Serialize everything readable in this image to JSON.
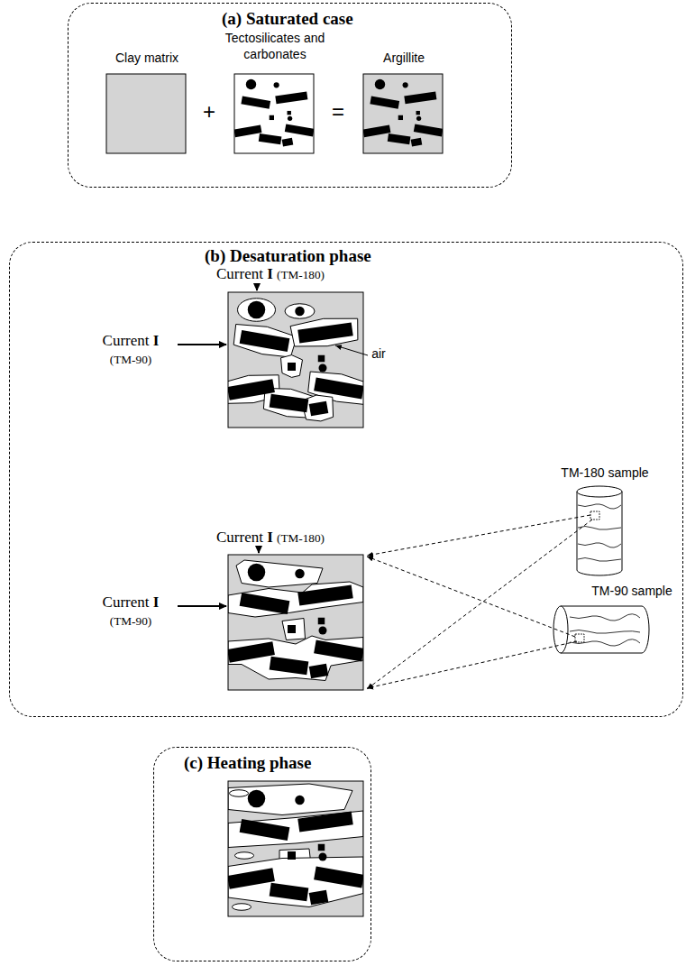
{
  "diagram": {
    "nodes": [
      {
        "text": [
          "(a) Saturated case"
        ]
      },
      {
        "text": [
          "Clay matrix"
        ],
        "in": 0
      },
      {
        "text": [
          "Tectosilicates and carbonates"
        ],
        "in": 0
      },
      {
        "text": [
          "Argillite"
        ],
        "in": 0
      },
      {
        "text": [
          "(b) Desaturation phase"
        ]
      },
      {
        "text": [
          "TM-180 sample"
        ],
        "in": 4
      },
      {
        "text": [
          "TM-90 sample"
        ],
        "in": 4
      },
      {
        "text": [
          "(c) Heating phase"
        ]
      }
    ],
    "labels": [
      "+",
      "=",
      "Current I (TM-180)",
      "Current I (TM-90)",
      "air",
      "Current I (TM-180)",
      "Current I (TM-90)"
    ]
  }
}
